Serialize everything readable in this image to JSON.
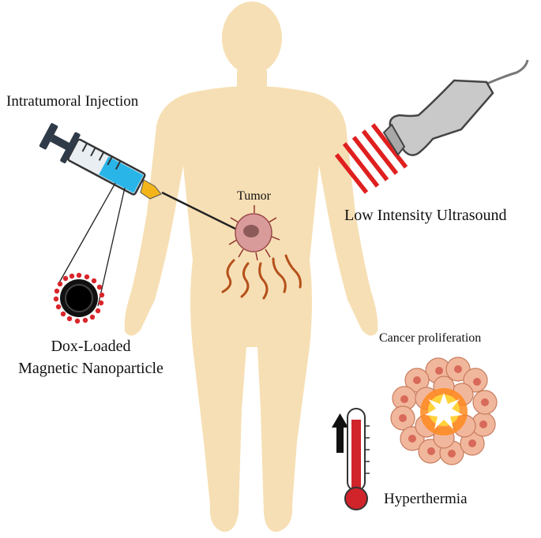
{
  "labels": {
    "injection": "Intratumoral Injection",
    "tumor": "Tumor",
    "ultrasound": "Low Intensity Ultrasound",
    "nanoparticle_line1": "Dox-Loaded",
    "nanoparticle_line2": "Magnetic Nanoparticle",
    "proliferation": "Cancer proliferation",
    "hyperthermia": "Hyperthermia"
  },
  "colors": {
    "body": "#f6dfb4",
    "syringe_fluid": "#29b5e8",
    "needle_hub": "#f3b51a",
    "ultrasound_waves": "#e01f1f",
    "probe": "#c9c9c9",
    "tumor": "#d99a9a",
    "thermometer": "#d0232a",
    "nanoparticle_dots": "#d9262b"
  },
  "icons": {
    "syringe": "syringe-icon",
    "probe": "ultrasound-probe-icon",
    "thermometer": "thermometer-icon",
    "arrow": "arrow-up-icon",
    "nanoparticle": "nanoparticle-icon",
    "cell_cluster": "cell-cluster-icon"
  }
}
